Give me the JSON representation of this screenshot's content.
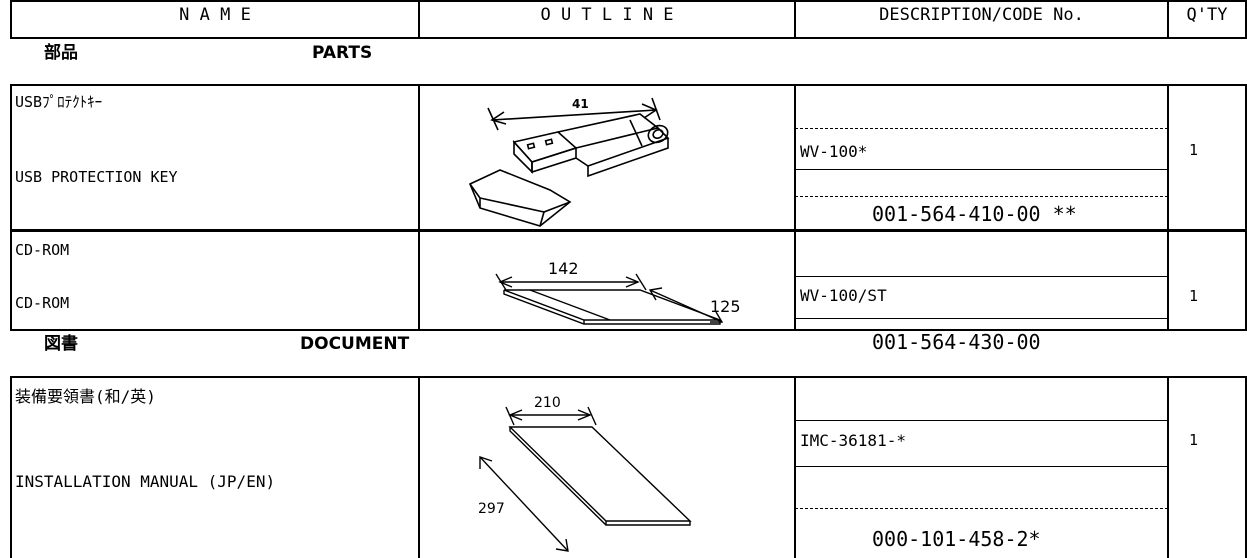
{
  "header": {
    "name": "N A M E",
    "outline": "O U T L I N E",
    "description": "DESCRIPTION/CODE No.",
    "qty": "Q'TY"
  },
  "sections": {
    "parts_jp": "部品",
    "parts_en": "PARTS",
    "document_jp": "図書",
    "document_en": "DOCUMENT"
  },
  "rows": [
    {
      "name_jp": "USBﾌﾟﾛﾃｸﾄｷｰ",
      "name_en": "USB PROTECTION KEY",
      "type": "WV-100*",
      "code": "001-564-410-00 **",
      "qty": "1",
      "dim": [
        "41"
      ]
    },
    {
      "name_jp": "CD-ROM",
      "name_en": "CD-ROM",
      "type": "WV-100/ST",
      "code": "001-564-430-00",
      "qty": "1",
      "dim": [
        "142",
        "125"
      ]
    },
    {
      "name_jp": "装備要領書(和/英)",
      "name_en": "INSTALLATION MANUAL (JP/EN)",
      "type": "IMC-36181-*",
      "code": "000-101-458-2*",
      "qty": "1",
      "dim": [
        "210",
        "297"
      ]
    }
  ]
}
